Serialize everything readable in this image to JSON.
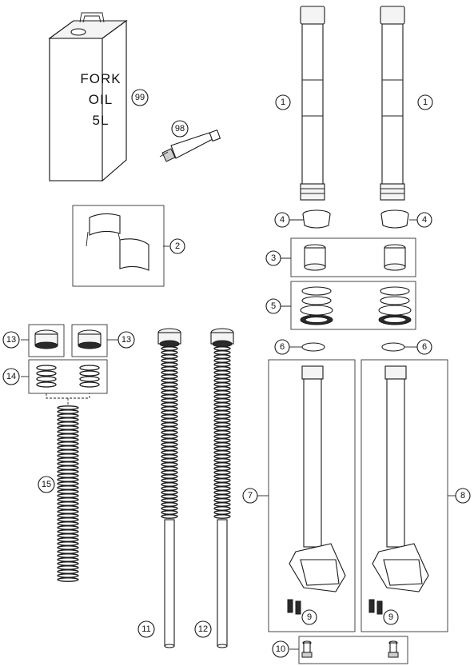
{
  "can_label": {
    "line1": "FORK",
    "line2": "OIL",
    "line3": "5L"
  },
  "callouts": [
    {
      "id": "c1a",
      "label": "1"
    },
    {
      "id": "c1b",
      "label": "1"
    },
    {
      "id": "c2",
      "label": "2"
    },
    {
      "id": "c3",
      "label": "3"
    },
    {
      "id": "c4a",
      "label": "4"
    },
    {
      "id": "c4b",
      "label": "4"
    },
    {
      "id": "c5",
      "label": "5"
    },
    {
      "id": "c6a",
      "label": "6"
    },
    {
      "id": "c6b",
      "label": "6"
    },
    {
      "id": "c7",
      "label": "7"
    },
    {
      "id": "c8",
      "label": "8"
    },
    {
      "id": "c9a",
      "label": "9"
    },
    {
      "id": "c9b",
      "label": "9"
    },
    {
      "id": "c10",
      "label": "10"
    },
    {
      "id": "c11",
      "label": "11"
    },
    {
      "id": "c12",
      "label": "12"
    },
    {
      "id": "c13a",
      "label": "13"
    },
    {
      "id": "c13b",
      "label": "13"
    },
    {
      "id": "c14",
      "label": "14"
    },
    {
      "id": "c15",
      "label": "15"
    },
    {
      "id": "c98",
      "label": "98"
    },
    {
      "id": "c99",
      "label": "99"
    }
  ]
}
